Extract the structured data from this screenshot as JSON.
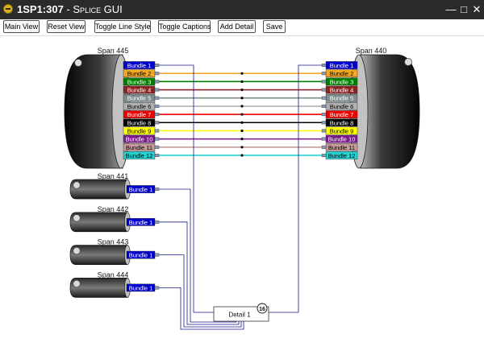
{
  "window": {
    "title_code": "1SP1:307",
    "title_sep": " - ",
    "title_name": "Splice GUI",
    "minimize": "—",
    "restore": "□",
    "close": "✕",
    "icon": "splice-app-icon"
  },
  "toolbar": {
    "main_view": "Main View",
    "reset_view": "Reset View",
    "toggle_line_style": "Toggle Line Style",
    "toggle_captions": "Toggle Captions",
    "add_detail": "Add Detail",
    "save": "Save"
  },
  "diagram": {
    "left_span": "Span 445",
    "right_span": "Span 440",
    "bundles": [
      {
        "label": "Bundle 1",
        "color": "#0000cc",
        "text": "#ffffff"
      },
      {
        "label": "Bundle 2",
        "color": "#f5a623",
        "text": "#000000"
      },
      {
        "label": "Bundle 3",
        "color": "#008000",
        "text": "#ffffff"
      },
      {
        "label": "Bundle 4",
        "color": "#8b2323",
        "text": "#ffffff"
      },
      {
        "label": "Bundle 5",
        "color": "#7f8c8d",
        "text": "#ffffff"
      },
      {
        "label": "Bundle 6",
        "color": "#b0b0b0",
        "text": "#000000"
      },
      {
        "label": "Bundle 7",
        "color": "#ee0000",
        "text": "#ffffff"
      },
      {
        "label": "Bundle 8",
        "color": "#000000",
        "text": "#ffffff"
      },
      {
        "label": "Bundle 9",
        "color": "#ffff00",
        "text": "#000000"
      },
      {
        "label": "Bundle 10",
        "color": "#7a1a8c",
        "text": "#ffffff"
      },
      {
        "label": "Bundle 11",
        "color": "#c49a9a",
        "text": "#000000"
      },
      {
        "label": "Bundle 12",
        "color": "#22d3d3",
        "text": "#000000"
      }
    ],
    "small_spans": [
      {
        "label": "Span 441",
        "bundle": "Bundle 1"
      },
      {
        "label": "Span 442",
        "bundle": "Bundle 1"
      },
      {
        "label": "Span 443",
        "bundle": "Bundle 1"
      },
      {
        "label": "Span 444",
        "bundle": "Bundle 1"
      }
    ],
    "detail": {
      "label": "Detail 1",
      "count": "16"
    },
    "small_bundle_color": "#0000cc"
  }
}
